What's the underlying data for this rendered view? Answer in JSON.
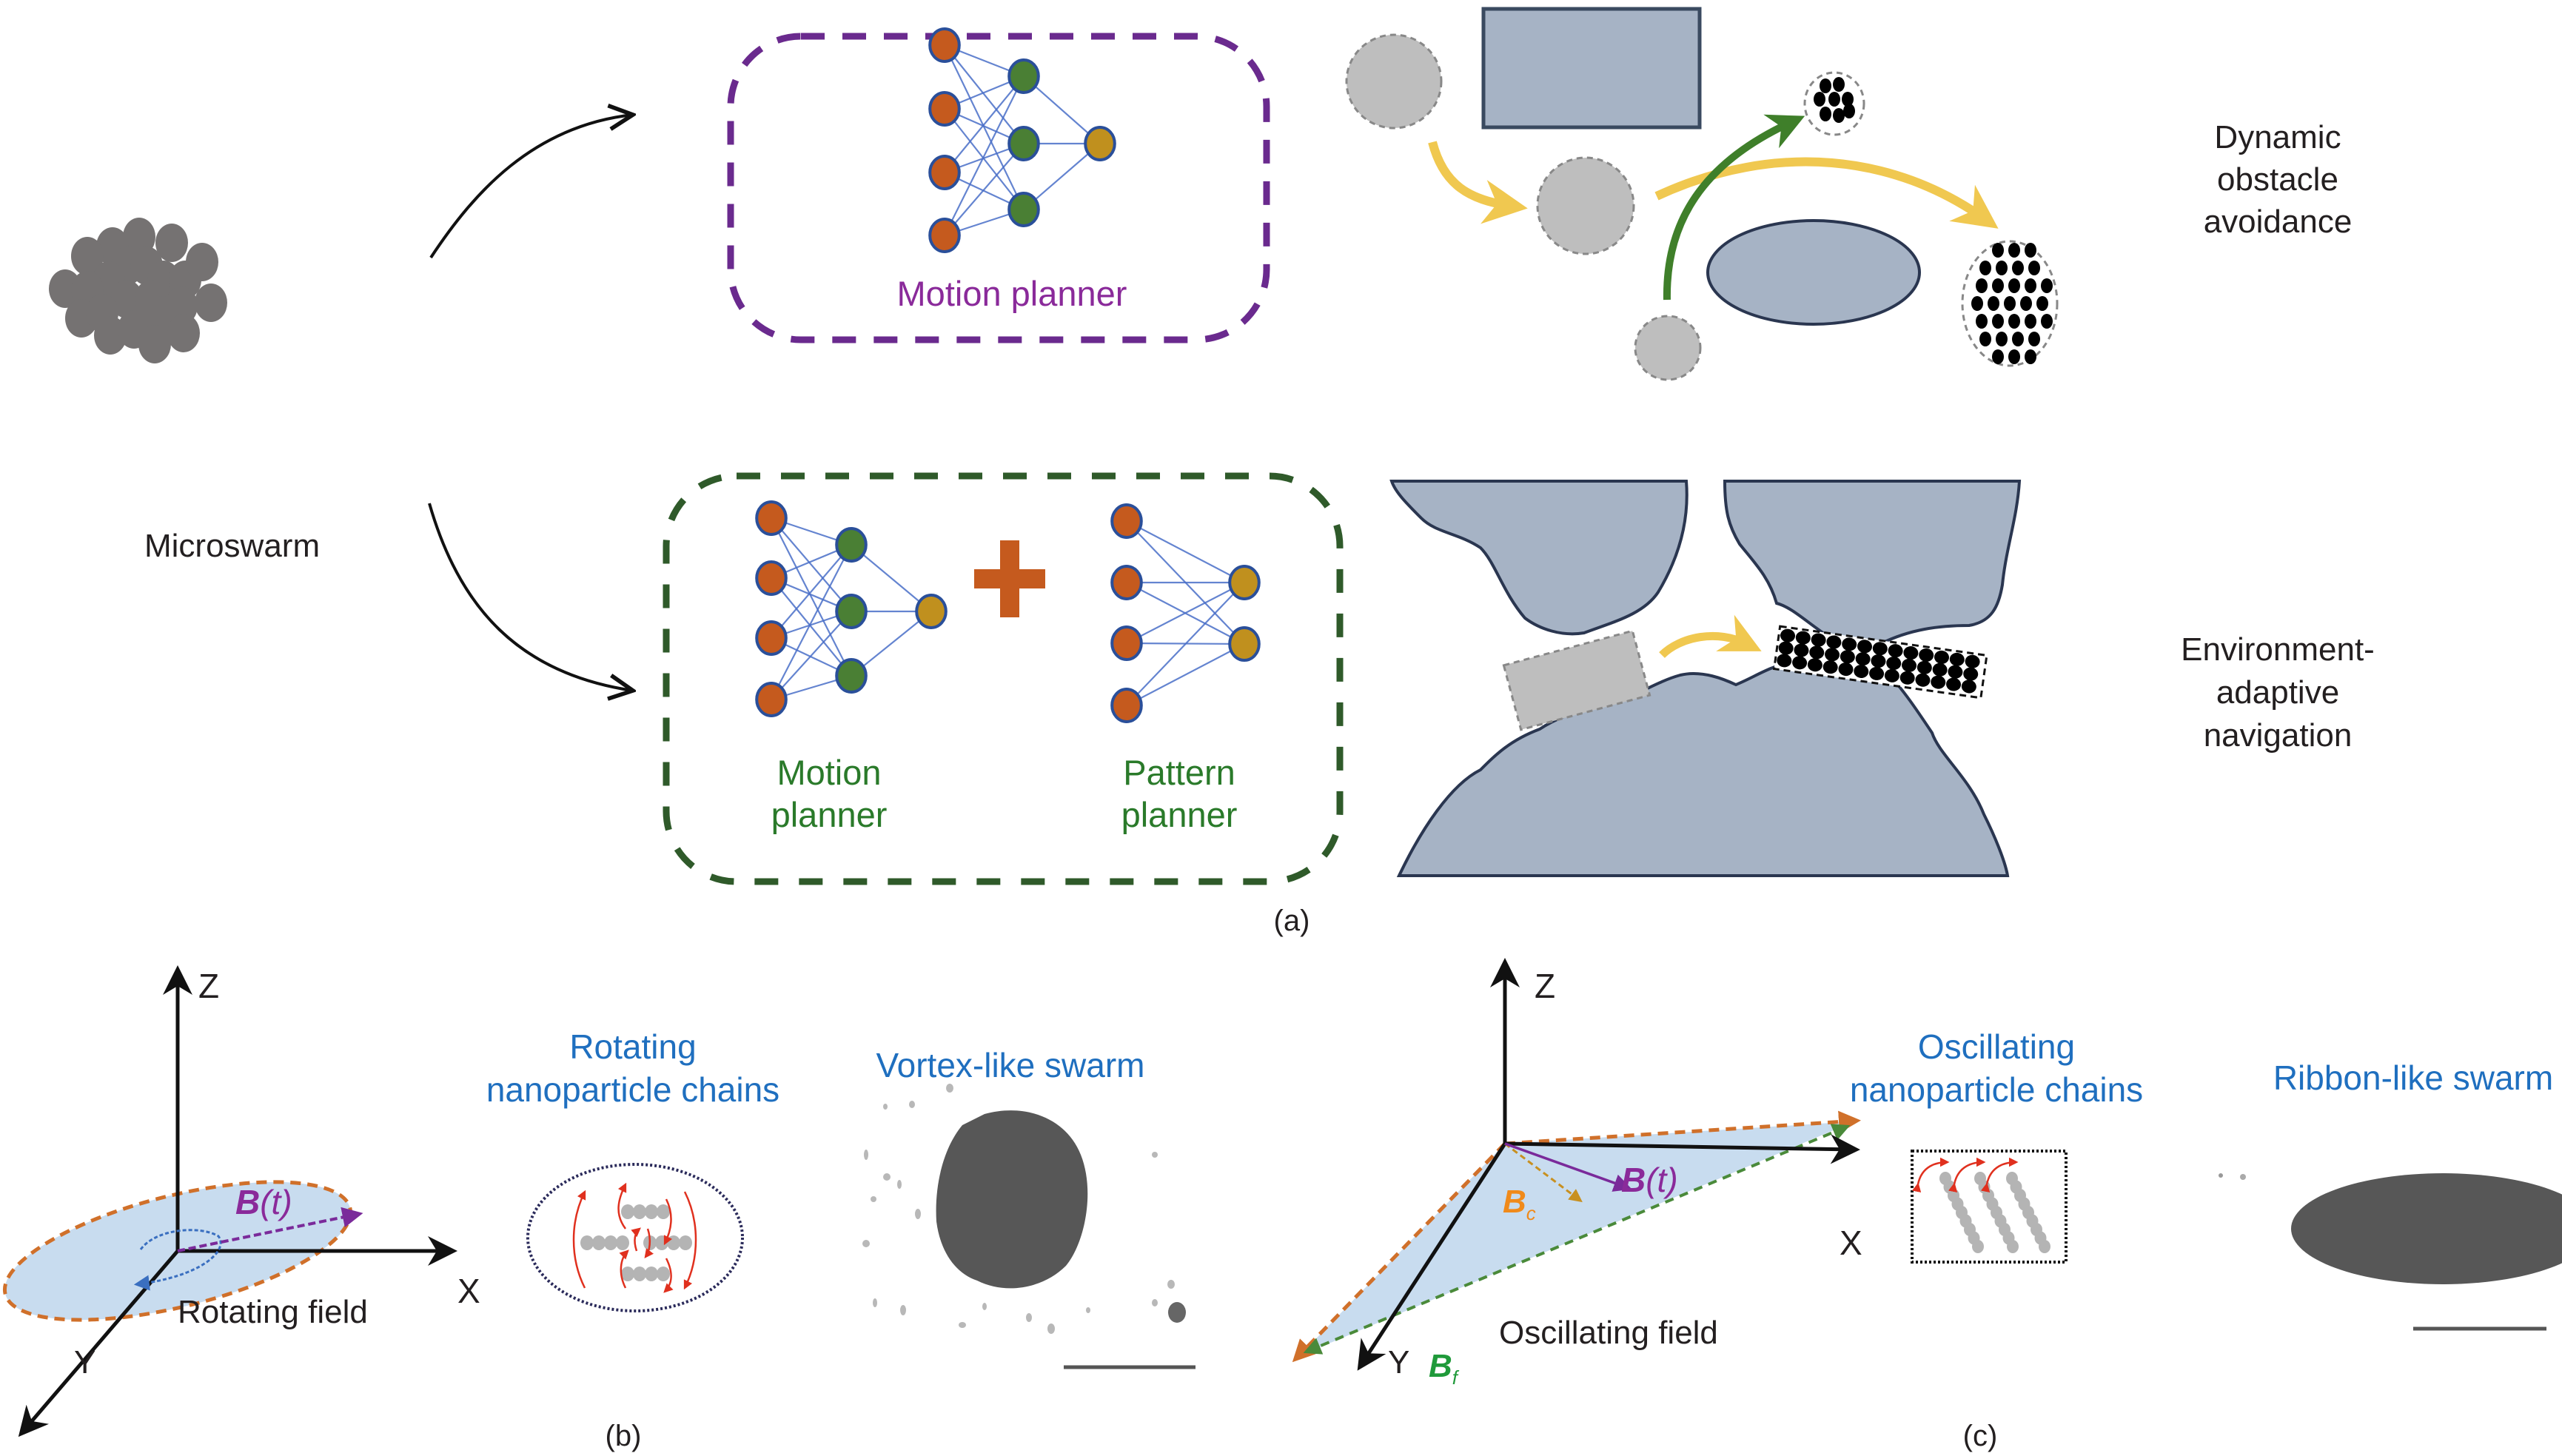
{
  "figure": {
    "panel_a": {
      "source_label": "Microswarm",
      "top_branch": {
        "planner_label": "Motion planner",
        "outcome_lines": [
          "Dynamic",
          "obstacle",
          "avoidance"
        ]
      },
      "bottom_branch": {
        "motion_planner_lines": [
          "Motion",
          "planner"
        ],
        "pattern_planner_lines": [
          "Pattern",
          "planner"
        ],
        "combine_symbol": "+",
        "outcome_lines": [
          "Environment-",
          "adaptive",
          "navigation"
        ]
      },
      "caption": "(a)"
    },
    "panel_b": {
      "axes": {
        "z": "Z",
        "x": "X",
        "y": "Y"
      },
      "field_vector": "B(t)",
      "field_vector_bold": "B",
      "field_vector_arg": "(t)",
      "field_label": "Rotating field",
      "chains_title_lines": [
        "Rotating",
        "nanoparticle chains"
      ],
      "swarm_title": "Vortex-like swarm",
      "caption": "(b)"
    },
    "panel_c": {
      "axes": {
        "z": "Z",
        "x": "X",
        "y": "Y"
      },
      "field_vector_bold": "B",
      "field_vector_arg": "(t)",
      "bc_label": "B",
      "bc_sub": "c",
      "bf_label": "B",
      "bf_sub": "f",
      "field_label": "Oscillating field",
      "chains_title_lines": [
        "Oscillating",
        "nanoparticle chains"
      ],
      "swarm_title": "Ribbon-like swarm",
      "caption": "(c)"
    },
    "colors": {
      "motion_planner_purple": "#6a2a8e",
      "planner_green": "#2f5a2a",
      "input_node": "#c55a1e",
      "hidden_node": "#4a7f34",
      "output_node": "#c0901e",
      "obstacle": "#a6b3c5",
      "swarm_path_yellow": "#f0c850",
      "swarm_path_green": "#3f7f2a",
      "title_blue": "#1f6fbf",
      "field_plane": "#c8dcef",
      "field_edge_orange": "#d0702a"
    }
  }
}
